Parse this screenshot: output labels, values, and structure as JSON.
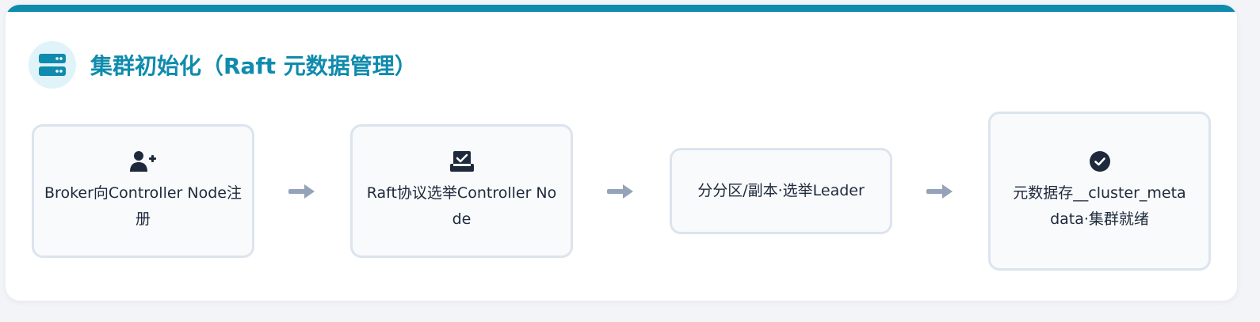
{
  "header": {
    "title": "集群初始化（Raft 元数据管理）",
    "icon": "server-icon"
  },
  "colors": {
    "accent": "#0f8bad",
    "accent_light": "#e0f3f8",
    "box_background": "#f8fafc",
    "box_border": "#dce4ee",
    "arrow": "#94a3b8",
    "icon_dark": "#1e293b"
  },
  "steps": [
    {
      "label": "Broker向Controller Node注册",
      "icon": "user-plus-icon"
    },
    {
      "label": "Raft协议选举Controller Node",
      "icon": "vote-box-icon"
    },
    {
      "label": "分分区/副本·选举Leader",
      "icon": ""
    },
    {
      "label": "元数据存__cluster_metadata·集群就绪",
      "icon": "check-circle-icon"
    }
  ]
}
